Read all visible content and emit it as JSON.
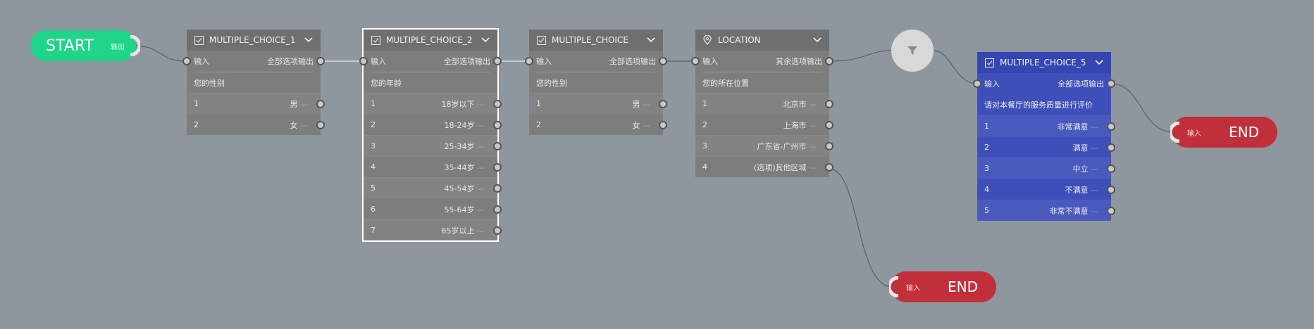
{
  "start": {
    "title": "START",
    "port_label": "输出"
  },
  "ends": [
    {
      "title": "END",
      "port_label": "输入"
    },
    {
      "title": "END",
      "port_label": "输入"
    }
  ],
  "nodes": [
    {
      "title": "MULTIPLE_CHOICE_1",
      "icon": "checkbox-icon",
      "input_label": "输入",
      "output_label": "全部选项输出",
      "question": "您的性别",
      "options": [
        {
          "num": "1",
          "label": "男"
        },
        {
          "num": "2",
          "label": "女"
        }
      ]
    },
    {
      "title": "MULTIPLE_CHOICE_2",
      "icon": "checkbox-icon",
      "input_label": "输入",
      "output_label": "全部选项输出",
      "question": "您的年龄",
      "options": [
        {
          "num": "1",
          "label": "18岁以下"
        },
        {
          "num": "2",
          "label": "18-24岁"
        },
        {
          "num": "3",
          "label": "25-34岁"
        },
        {
          "num": "4",
          "label": "35-44岁"
        },
        {
          "num": "5",
          "label": "45-54岁"
        },
        {
          "num": "6",
          "label": "55-64岁"
        },
        {
          "num": "7",
          "label": "65岁以上"
        }
      ]
    },
    {
      "title": "MULTIPLE_CHOICE",
      "icon": "checkbox-icon",
      "input_label": "输入",
      "output_label": "全部选项输出",
      "question": "您的性别",
      "options": [
        {
          "num": "1",
          "label": "男"
        },
        {
          "num": "2",
          "label": "女"
        }
      ]
    },
    {
      "title": "LOCATION",
      "icon": "location-pin-icon",
      "input_label": "输入",
      "output_label": "其余选项输出",
      "question": "您的所在位置",
      "options": [
        {
          "num": "1",
          "label": "北京市"
        },
        {
          "num": "2",
          "label": "上海市"
        },
        {
          "num": "3",
          "label": "广东省-广州市"
        },
        {
          "num": "4",
          "label": "(选项)其他区域"
        }
      ]
    },
    {
      "title": "MULTIPLE_CHOICE_5",
      "icon": "checkbox-icon",
      "input_label": "输入",
      "output_label": "全部选项输出",
      "question": "请对本餐厅的服务质量进行评价",
      "options": [
        {
          "num": "1",
          "label": "非常满意"
        },
        {
          "num": "2",
          "label": "满意"
        },
        {
          "num": "3",
          "label": "中立"
        },
        {
          "num": "4",
          "label": "不满意"
        },
        {
          "num": "5",
          "label": "非常不满意"
        }
      ]
    }
  ],
  "filter": {
    "icon": "filter-funnel-icon"
  },
  "colors": {
    "canvas": "#8e979e",
    "node": "#7d7d7d",
    "node_header": "#6f6f6f",
    "node_blue": "#3f4fb9",
    "start": "#1fd58a",
    "end": "#c1303a"
  }
}
